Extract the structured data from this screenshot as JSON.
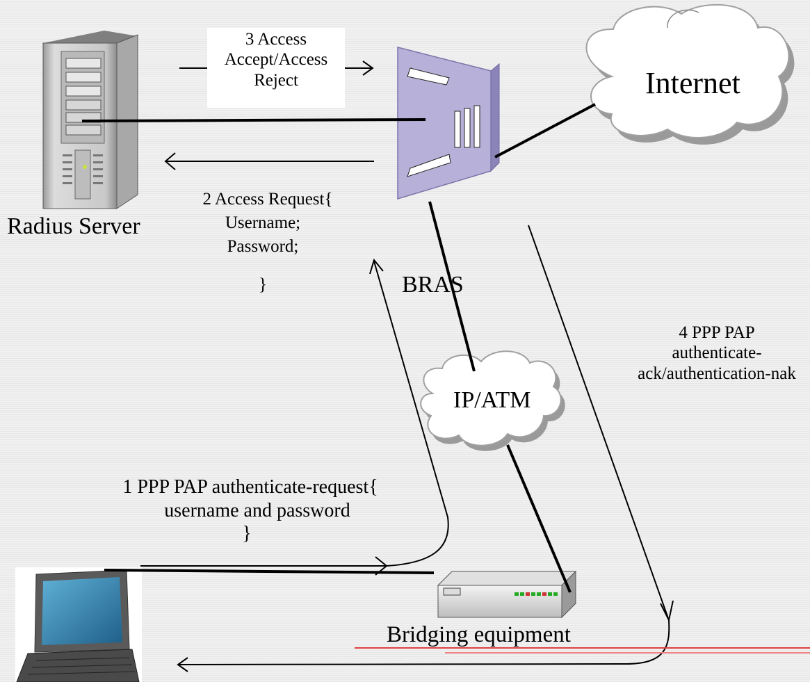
{
  "labels": {
    "step3_line1": "3 Access",
    "step3_line2": "Accept/Access",
    "step3_line3": "Reject",
    "internet": "Internet",
    "radius_server": "Radius Server",
    "step2_line1": "2 Access Request{",
    "step2_line2": "Username;",
    "step2_line3": "Password;",
    "step2_line4": "}",
    "bras": "BRAS",
    "step4_line1": "4 PPP PAP",
    "step4_line2": "authenticate-",
    "step4_line3": "ack/authentication-nak",
    "ip_atm": "IP/ATM",
    "step1_line1": "1 PPP PAP authenticate-request{",
    "step1_line2": "username and password",
    "step1_line3": "}",
    "bridging_equipment": "Bridging equipment"
  },
  "icons": [
    "radius-server-icon",
    "bras-router-icon",
    "internet-cloud-icon",
    "ip-atm-cloud-icon",
    "bridging-equipment-icon",
    "laptop-icon"
  ],
  "colors": {
    "bras_fill": "#b7b0d8",
    "bras_side": "#8a84b8",
    "cloud_fill": "#ffffff",
    "cloud_shadow": "#a9a9a9",
    "server_body": "#d0d0d0",
    "laptop_screen": "#3d8fb8",
    "accent_line": "#e04040"
  }
}
